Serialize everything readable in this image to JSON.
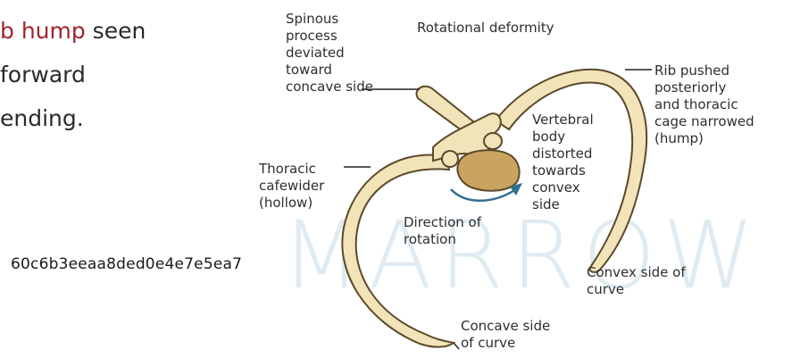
{
  "side_text": {
    "line1_highlight": "b hump",
    "line1_rest": " seen",
    "line2": "forward",
    "line3": "ending."
  },
  "labels": {
    "spinous_process": "Spinous\nprocess\ndeviated\ntoward\nconcave side",
    "rotational_deformity": "Rotational deformity",
    "rib_pushed": "Rib pushed\nposteriorly\nand thoracic\ncage narrowed\n(hump)",
    "vertebral_body": "Vertebral\nbody\ndistorted\ntowards\nconvex\nside",
    "thoracic_cage_wider": "Thoracic\ncafewider\n(hollow)",
    "direction_of_rotation": "Direction of\nrotation",
    "convex_side": "Convex side of\ncurve",
    "concave_side": "Concave side\nof curve"
  },
  "hash": "60c6b3eeaa8ded0e4e7e5ea7",
  "watermark": "MARROW",
  "colors": {
    "bone_fill": "#f2e3b8",
    "bone_stroke": "#5a4a2a",
    "body_fill": "#c9a35f",
    "arrow": "#2f6f8f",
    "highlight": "#a0252d"
  }
}
